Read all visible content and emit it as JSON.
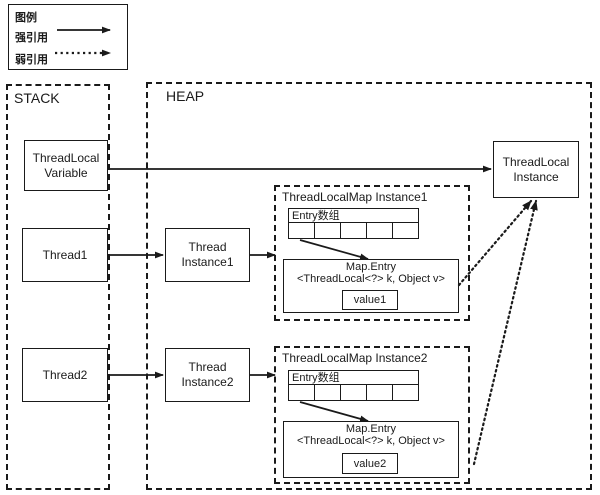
{
  "legend": {
    "title": "图例",
    "items": [
      {
        "label": "强引用",
        "style": "solid-arrow"
      },
      {
        "label": "弱引用",
        "style": "dotted-arrow"
      }
    ]
  },
  "regions": {
    "stack": {
      "label": "STACK"
    },
    "heap": {
      "label": "HEAP"
    }
  },
  "nodes": {
    "threadlocal_variable": {
      "line1": "ThreadLocal",
      "line2": "Variable"
    },
    "thread1": {
      "line1": "Thread1"
    },
    "thread2": {
      "line1": "Thread2"
    },
    "thread_instance1": {
      "line1": "Thread",
      "line2": "Instance1"
    },
    "thread_instance2": {
      "line1": "Thread",
      "line2": "Instance2"
    },
    "threadlocal_instance": {
      "line1": "ThreadLocal",
      "line2": "Instance"
    }
  },
  "maps": [
    {
      "title": "ThreadLocalMap Instance1",
      "array_label": "Entry数组",
      "array_cells": [
        "",
        "",
        "",
        "",
        ""
      ],
      "entry": {
        "title": "Map.Entry",
        "signature": "<ThreadLocal<?> k, Object v>",
        "value": "value1"
      }
    },
    {
      "title": "ThreadLocalMap Instance2",
      "array_label": "Entry数组",
      "array_cells": [
        "",
        "",
        "",
        "",
        ""
      ],
      "entry": {
        "title": "Map.Entry",
        "signature": "<ThreadLocal<?> k, Object v>",
        "value": "value2"
      }
    }
  ],
  "colors": {
    "stroke": "#1a1a1a",
    "background": "#ffffff"
  }
}
